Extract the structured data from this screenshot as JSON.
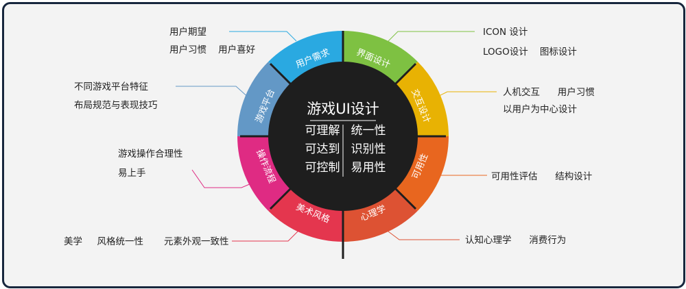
{
  "center": {
    "title": "游戏UI设计",
    "rows": [
      {
        "left": "可理解",
        "right": "统一性"
      },
      {
        "left": "可达到",
        "right": "识别性"
      },
      {
        "left": "可控制",
        "right": "易用性"
      }
    ]
  },
  "segments": [
    {
      "key": "ux",
      "label": "用户需求",
      "color": "#2aa9e1",
      "notes": [
        "用户期望",
        "用户习惯    用户喜好"
      ]
    },
    {
      "key": "ui",
      "label": "界面设计",
      "color": "#7ec142",
      "notes": [
        "ICON 设计",
        "LOGO设计    图标设计"
      ]
    },
    {
      "key": "ix",
      "label": "交互设计",
      "color": "#e8b203",
      "notes": [
        "人机交互      用户习惯",
        "以用户为中心设计"
      ]
    },
    {
      "key": "usable",
      "label": "可用性",
      "color": "#e8661f",
      "notes": [
        "可用性评估      结构设计"
      ]
    },
    {
      "key": "psych",
      "label": "心理学",
      "color": "#dd5233",
      "notes": [
        "认知心理学      消费行为"
      ]
    },
    {
      "key": "art",
      "label": "美术风格",
      "color": "#e4364e",
      "notes": [
        "美学     风格统一性       元素外观一致性"
      ]
    },
    {
      "key": "op",
      "label": "操作流程",
      "color": "#df2b83",
      "notes": [
        "游戏操作合理性",
        "易上手"
      ]
    },
    {
      "key": "platform",
      "label": "游戏平台",
      "color": "#6398c6",
      "notes": [
        "不同游戏平台特征",
        "布局规范与表现技巧"
      ]
    }
  ]
}
